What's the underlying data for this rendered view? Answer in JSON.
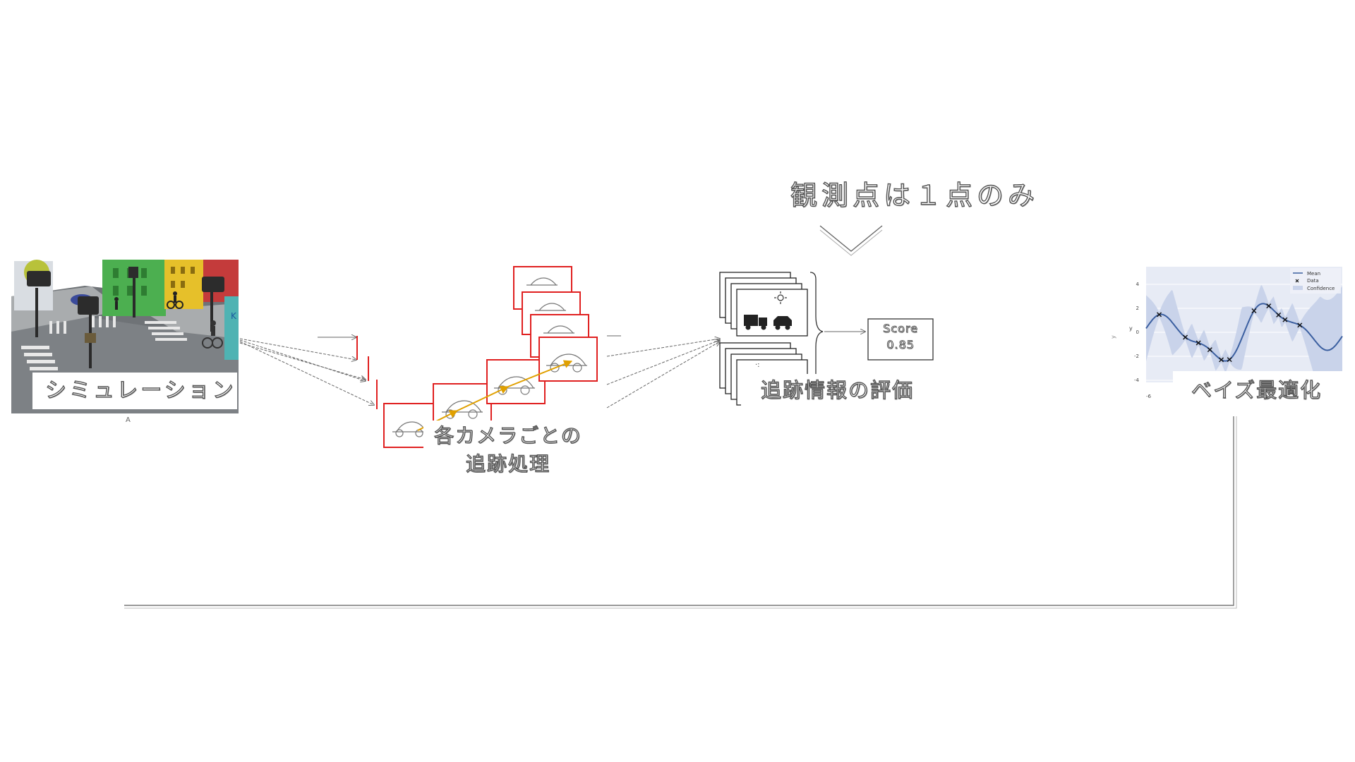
{
  "headline": "観測点は１点のみ",
  "simulation": {
    "label": "シミュレーション",
    "sign_text": "K",
    "corner_mark": "A"
  },
  "tracking": {
    "label_line1": "各カメラごとの",
    "label_line2": "追跡処理"
  },
  "evaluation": {
    "label": "追跡情報の評価",
    "score_label": "Score",
    "score_value": "0.85"
  },
  "bayes": {
    "label": "ベイズ最適化",
    "legend": {
      "mean": "Mean",
      "data": "Data",
      "confidence": "Confidence"
    },
    "y_axis_label": "y",
    "y_ticks": [
      "4",
      "2",
      "0",
      "-2",
      "-4"
    ],
    "x_tick": "-6",
    "colors": {
      "mean": "#3b5fa0",
      "band": "#c9d3ea",
      "plot_bg": "#e7ebf5"
    }
  },
  "colors": {
    "frame_red": "#e02020",
    "track_orange": "#e0a000",
    "building_green": "#4caf50",
    "building_yellow": "#e6c02a"
  }
}
